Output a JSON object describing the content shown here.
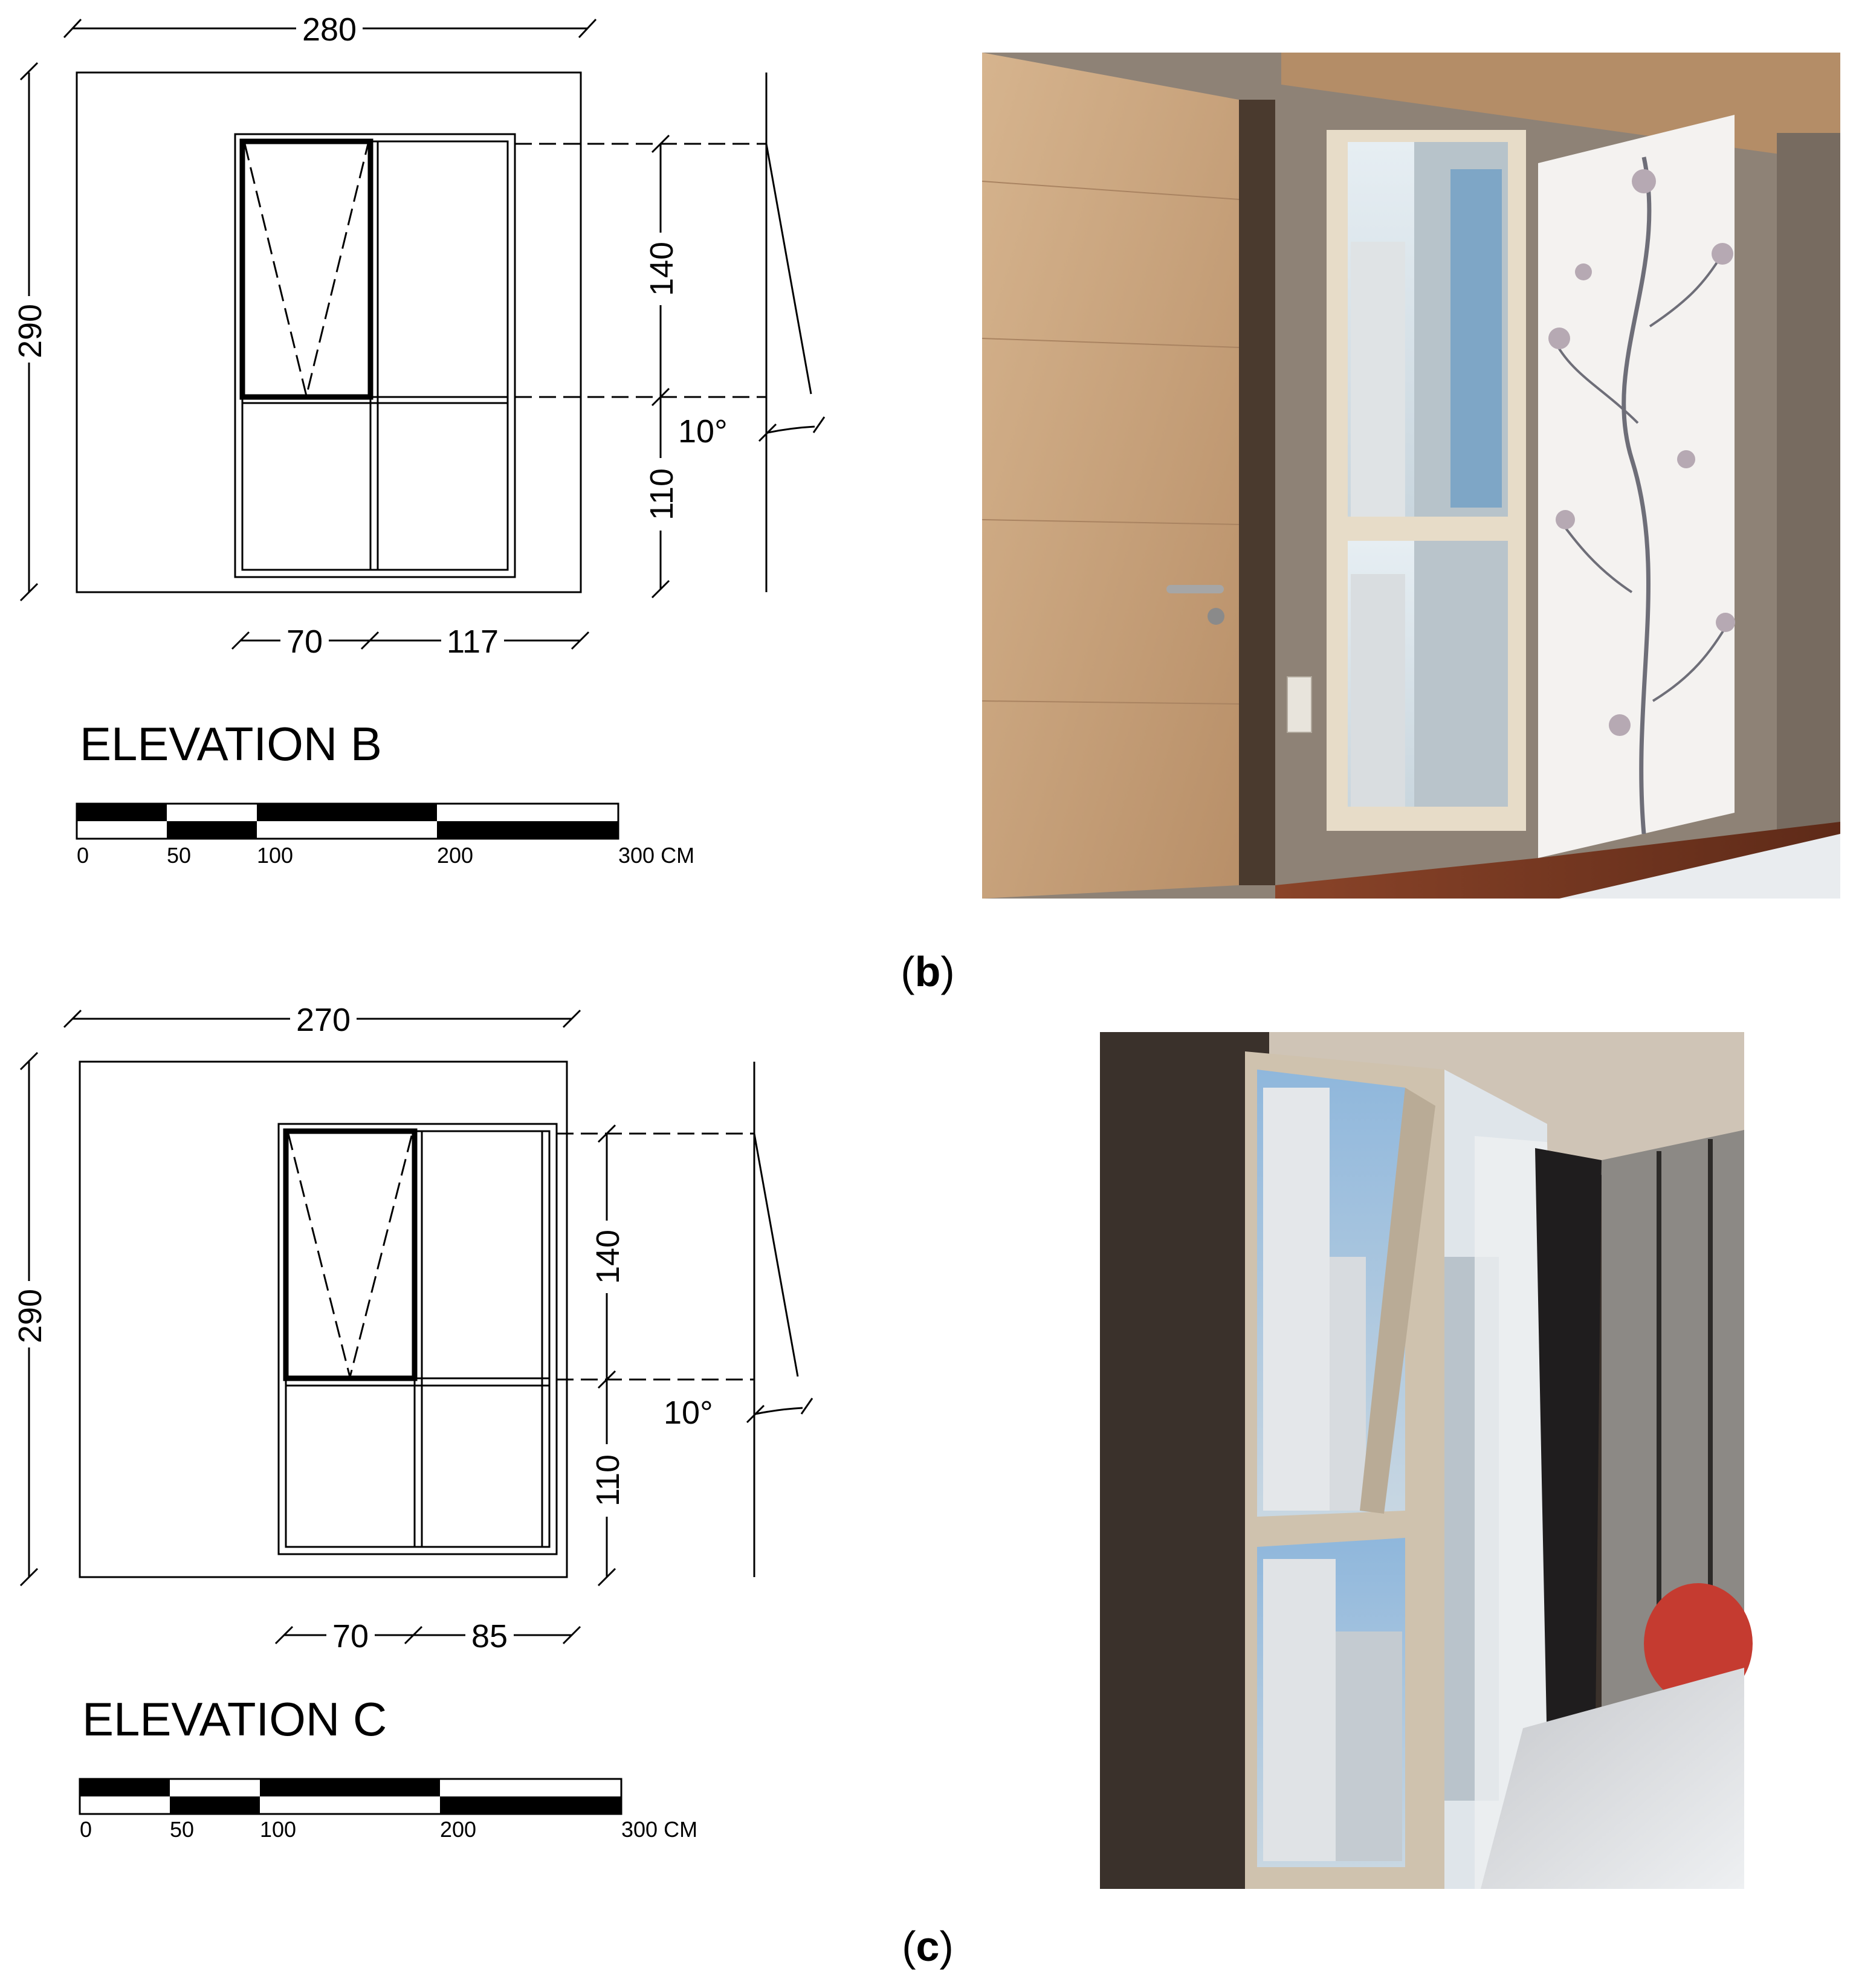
{
  "panels": [
    {
      "elevation_label": "ELEVATION B",
      "dims": {
        "width": "280",
        "height": "290",
        "upper": "140",
        "lower": "110",
        "left_pane": "70",
        "right_pane": "117",
        "angle": "10°"
      },
      "scale": {
        "ticks": [
          "0",
          "50",
          "100",
          "200",
          "300 CM"
        ]
      },
      "caption": {
        "open": "(",
        "letter": "b",
        "close": ")"
      }
    },
    {
      "elevation_label": "ELEVATION C",
      "dims": {
        "width": "270",
        "height": "290",
        "upper": "140",
        "lower": "110",
        "left_pane": "70",
        "right_pane": "85",
        "angle": "10°"
      },
      "scale": {
        "ticks": [
          "0",
          "50",
          "100",
          "200",
          "300 CM"
        ]
      },
      "caption": {
        "open": "(",
        "letter": "c",
        "close": ")"
      }
    }
  ],
  "colors": {
    "ink": "#000000",
    "wood": "#c9a57f",
    "wall": "#8e8276",
    "sky": "#a9c7e0",
    "floor": "#7a3a22"
  }
}
